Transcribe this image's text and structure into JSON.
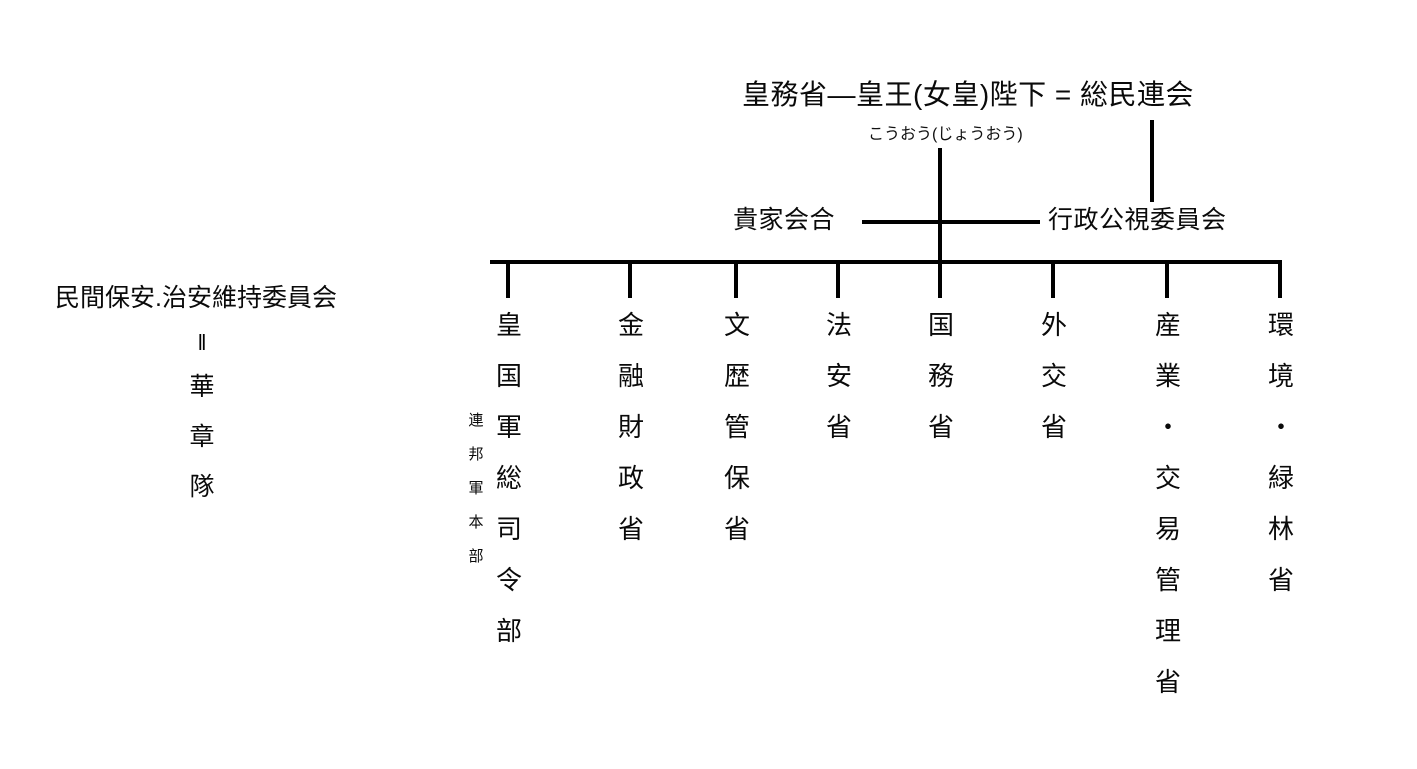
{
  "diagram": {
    "title": "皇務省—皇王(女皇)陛下 = 総民連会",
    "title_furigana": "こうおう(じょうおう)",
    "tier2": {
      "left_label": "貴家会合",
      "right_label": "行政公視委員会"
    },
    "left_block": {
      "heading": "民間保安.治安維持委員会",
      "equals_mark": "‖",
      "vertical_name": [
        "華",
        "章",
        "隊"
      ]
    },
    "ministries": [
      {
        "name_chars": [
          "皇",
          "国",
          "軍",
          "総",
          "司",
          "令",
          "部"
        ],
        "annotation_chars": [
          "連",
          "邦",
          "軍",
          "本",
          "部"
        ]
      },
      {
        "name_chars": [
          "金",
          "融",
          "財",
          "政",
          "省"
        ],
        "annotation_chars": []
      },
      {
        "name_chars": [
          "文",
          "歴",
          "管",
          "保",
          "省"
        ],
        "annotation_chars": []
      },
      {
        "name_chars": [
          "法",
          "安",
          "省"
        ],
        "annotation_chars": []
      },
      {
        "name_chars": [
          "国",
          "務",
          "省"
        ],
        "annotation_chars": []
      },
      {
        "name_chars": [
          "外",
          "交",
          "省"
        ],
        "annotation_chars": []
      },
      {
        "name_chars": [
          "産",
          "業",
          "・",
          "交",
          "易",
          "管",
          "理",
          "省"
        ],
        "annotation_chars": []
      },
      {
        "name_chars": [
          "環",
          "境",
          "・",
          "緑",
          "林",
          "省"
        ],
        "annotation_chars": []
      }
    ],
    "colors": {
      "line": "#000000",
      "text": "#0a0a0a",
      "background": "#ffffff"
    }
  }
}
